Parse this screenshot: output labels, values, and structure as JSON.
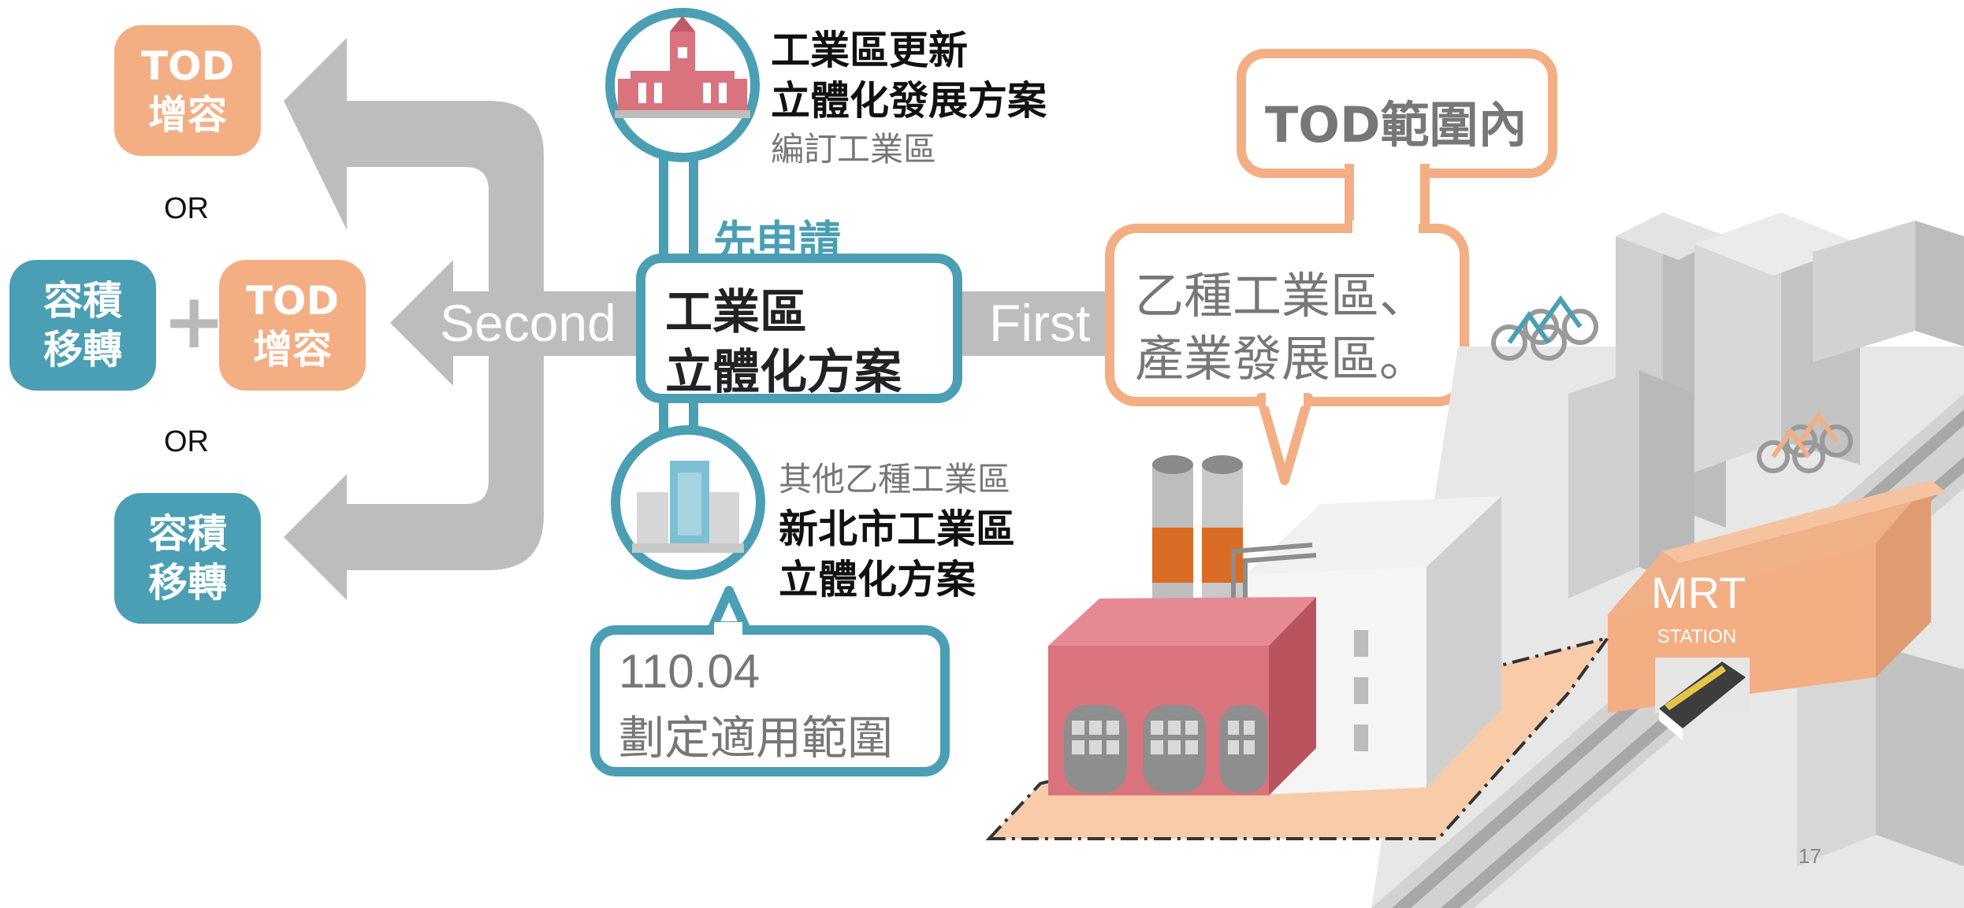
{
  "left_options": {
    "tod_top": [
      "TOD",
      "增容"
    ],
    "or_1": "OR",
    "transfer_mid": [
      "容積",
      "移轉"
    ],
    "plus": "+",
    "tod_mid": [
      "TOD",
      "增容"
    ],
    "or_2": "OR",
    "transfer_bottom": [
      "容積",
      "移轉"
    ]
  },
  "arrows": {
    "second": "Second",
    "first": "First"
  },
  "top_plan": {
    "line1": "工業區更新",
    "line2": "立體化發展方案",
    "subtitle": "編訂工業區"
  },
  "apply_first": "先申請",
  "center_plan": {
    "line1": "工業區",
    "line2": "立體化方案"
  },
  "bottom_plan": {
    "subtitle": "其他乙種工業區",
    "line1": "新北市工業區",
    "line2": "立體化方案"
  },
  "date_bubble": {
    "line1": "110.04",
    "line2": "劃定適用範圍"
  },
  "tod_bubble": "TOD範圍內",
  "zone_bubble": {
    "line1": "乙種工業區、",
    "line2": "產業發展區。"
  },
  "mrt": {
    "label": "MRT",
    "sub": "STATION"
  },
  "page_number": "17",
  "colors": {
    "orange": "#F4AE84",
    "teal": "#4A9FB4",
    "arrow_gray": "#BDBDBD",
    "factory_red": "#D9737E"
  }
}
